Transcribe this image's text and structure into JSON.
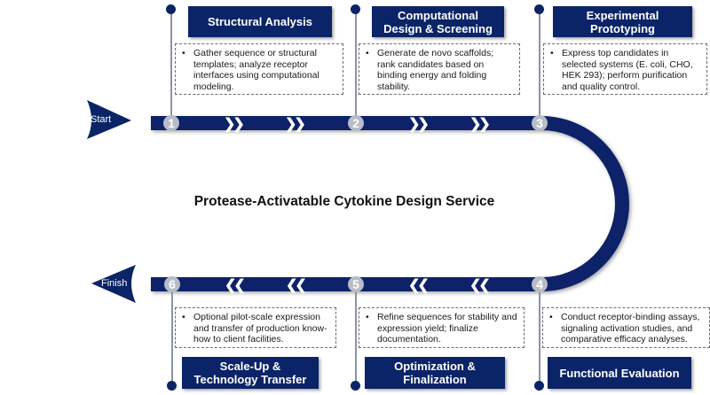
{
  "diagram": {
    "title": "Protease-Activatable Cytokine Design Service",
    "start_label": "Start",
    "finish_label": "Finish",
    "colors": {
      "track": "#0b2467",
      "step_number_bg": "#b7bcc6",
      "connector": "#8a93a6"
    },
    "steps": [
      {
        "number": "1",
        "title": "Structural Analysis",
        "description": "Gather sequence or structural templates; analyze receptor interfaces using computational modeling."
      },
      {
        "number": "2",
        "title": "Computational Design & Screening",
        "description": "Generate de novo scaffolds; rank candidates based on binding energy and folding stability."
      },
      {
        "number": "3",
        "title": "Experimental Prototyping",
        "description": "Express top candidates in selected systems (E. coli, CHO, HEK 293); perform purification and quality control."
      },
      {
        "number": "4",
        "title": "Functional Evaluation",
        "description": "Conduct receptor-binding assays, signaling activation studies, and comparative efficacy analyses."
      },
      {
        "number": "5",
        "title": "Optimization & Finalization",
        "description": "Refine sequences for stability and expression yield; finalize documentation."
      },
      {
        "number": "6",
        "title": "Scale-Up & Technology Transfer",
        "description": "Optional pilot-scale expression and transfer of production know-how to client facilities."
      }
    ],
    "forward_chevron": "❯❯",
    "backward_chevron": "❮❮",
    "bullet": "•"
  }
}
